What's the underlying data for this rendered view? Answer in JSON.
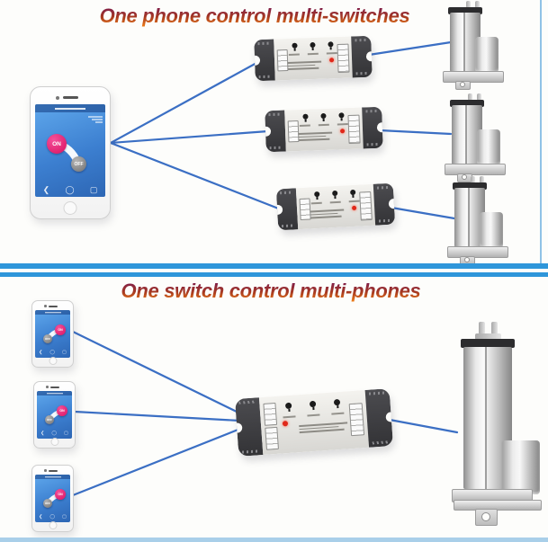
{
  "top": {
    "title": "One phone control multi-switches",
    "app": {
      "on_label": "ON",
      "off_label": "OFF"
    }
  },
  "bottom": {
    "title": "One switch control multi-phones",
    "app": {
      "on_label": "ON",
      "off_label": "OFF"
    }
  },
  "icons": {
    "share": "❮",
    "home": "◯",
    "menu": "▢"
  },
  "colors": {
    "divider_blue": "#2e96da",
    "connection_blue": "#3b6fc4",
    "title_gradient_start": "#7a1a50",
    "title_gradient_end": "#f08018",
    "app_pink": "#d9105f",
    "app_gray": "#8f8f8f",
    "screen_blue": "#3c7fd0",
    "led_red": "#e0281a",
    "module_end_dark": "#424246",
    "actuator_silver": "#d8d8d8"
  }
}
